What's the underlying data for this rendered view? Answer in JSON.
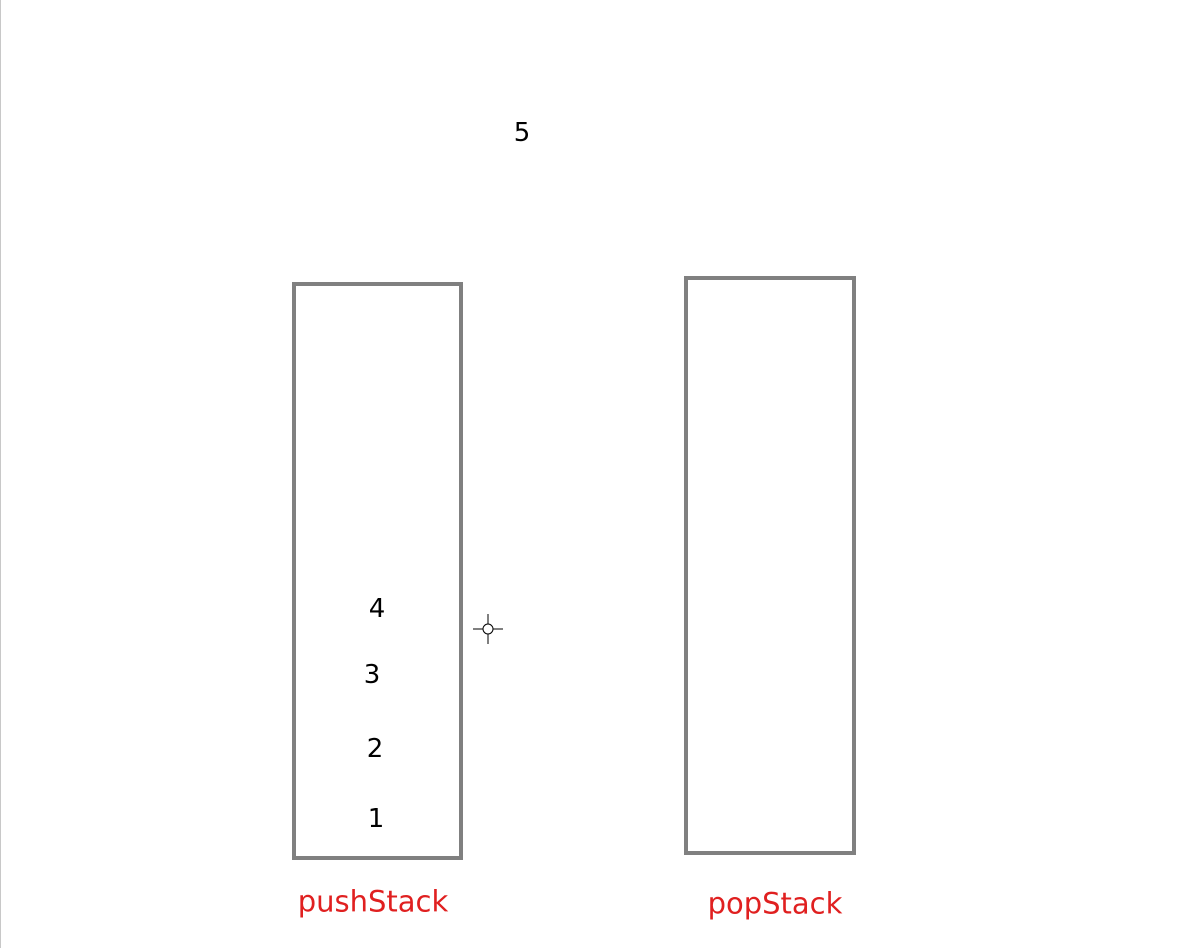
{
  "floating_value": "5",
  "push_stack": {
    "label": "pushStack",
    "items_bottom_to_top": [
      "1",
      "2",
      "3",
      "4"
    ]
  },
  "pop_stack": {
    "label": "popStack",
    "items_bottom_to_top": []
  },
  "colors": {
    "stack_border": "#808080",
    "label_text": "#e02020",
    "value_text": "#000000"
  },
  "icons": {
    "pointer": "crosshair-cursor-icon"
  }
}
